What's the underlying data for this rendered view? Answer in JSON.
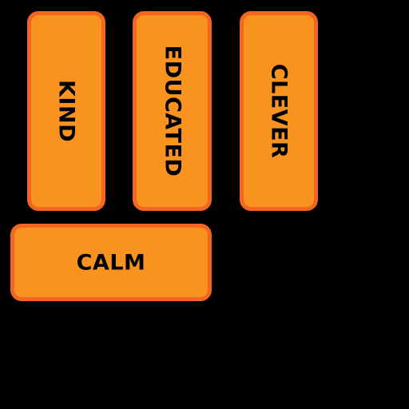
{
  "board": {
    "background": "#000000",
    "tile_fill": "#F7931E",
    "tile_border": "#F26522",
    "text_color": "#000000"
  },
  "tiles": [
    {
      "word": "KIND",
      "orientation": "vertical"
    },
    {
      "word": "EDUCATED",
      "orientation": "vertical"
    },
    {
      "word": "CLEVER",
      "orientation": "vertical"
    },
    {
      "word": "CALM",
      "orientation": "horizontal"
    }
  ]
}
